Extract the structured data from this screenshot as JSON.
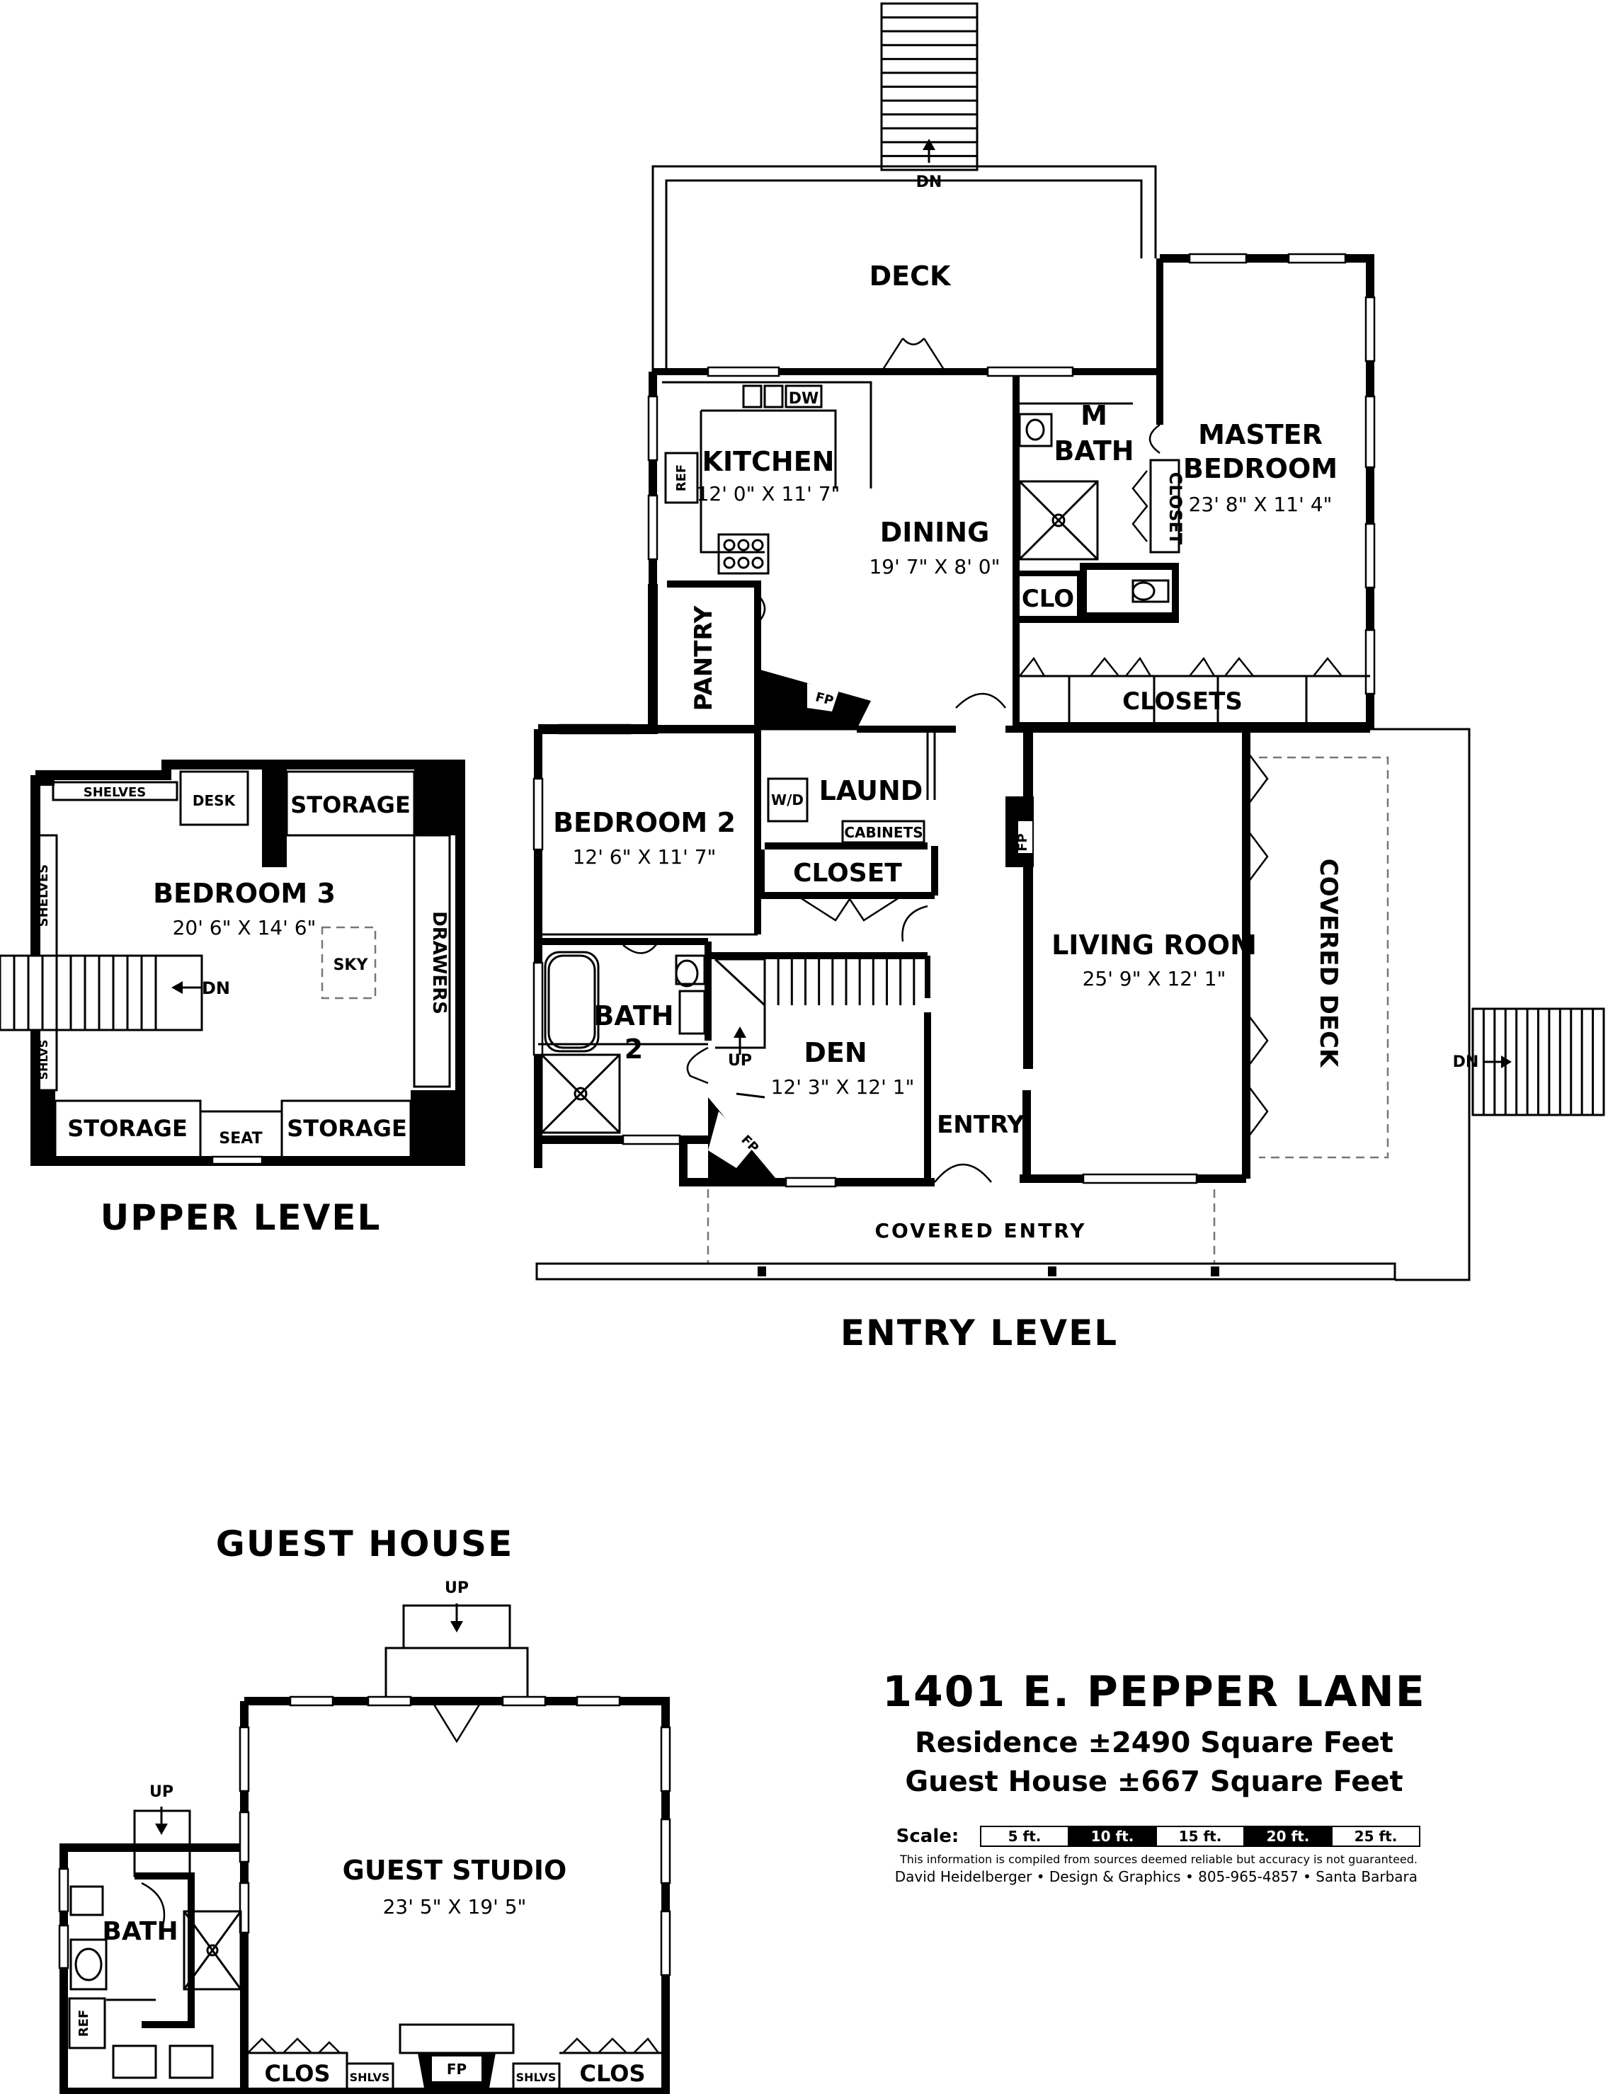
{
  "property": {
    "address": "1401 E. PEPPER LANE",
    "residence": "Residence ±2490 Square Feet",
    "guest": "Guest House ±667 Square Feet"
  },
  "levels": {
    "upper": "UPPER LEVEL",
    "entry": "ENTRY LEVEL",
    "guest": "GUEST HOUSE"
  },
  "entry_level": {
    "deck": "DECK",
    "kitchen": {
      "name": "KITCHEN",
      "dims": "12' 0\" X 11' 7\""
    },
    "dining": {
      "name": "DINING",
      "dims": "19' 7\" X 8' 0\""
    },
    "mbath": {
      "line1": "M",
      "line2": "BATH"
    },
    "master": {
      "line1": "MASTER",
      "line2": "BEDROOM",
      "dims": "23' 8\" X 11' 4\""
    },
    "closet_vertical": "CLOSET",
    "clo": "CLO",
    "closets": "CLOSETS",
    "pantry": "PANTRY",
    "fp": "FP",
    "bedroom2": {
      "name": "BEDROOM 2",
      "dims": "12' 6\" X 11' 7\""
    },
    "laund": "LAUND",
    "wd": "W/D",
    "cabinets": "CABINETS",
    "closet": "CLOSET",
    "living": {
      "name": "LIVING ROOM",
      "dims": "25' 9\" X 12' 1\""
    },
    "covered_deck": "COVERED DECK",
    "bath2": {
      "line1": "BATH",
      "line2": "2"
    },
    "den": {
      "name": "DEN",
      "dims": "12' 3\" X 12' 1\""
    },
    "up": "UP",
    "entry": "ENTRY",
    "covered_entry": "COVERED ENTRY",
    "dn": "DN",
    "dw": "DW",
    "ref": "REF"
  },
  "upper_level": {
    "shelves_top": "SHELVES",
    "desk": "DESK",
    "storage": "STORAGE",
    "shelves_side": "SHELVES",
    "bedroom3": {
      "name": "BEDROOM 3",
      "dims": "20' 6\" X 14' 6\""
    },
    "sky": "SKY",
    "drawers": "DRAWERS",
    "dn": "DN",
    "shlvs": "SHLVS",
    "seat": "SEAT"
  },
  "guest_house": {
    "up": "UP",
    "studio": {
      "name": "GUEST STUDIO",
      "dims": "23' 5\" X 19' 5\""
    },
    "bath": "BATH",
    "ref": "REF",
    "clos": "CLOS",
    "shlvs": "SHLVS",
    "fp": "FP"
  },
  "scale": {
    "label": "Scale:",
    "marks": [
      "5 ft.",
      "10 ft.",
      "15 ft.",
      "20 ft.",
      "25 ft."
    ]
  },
  "credits": {
    "disclaimer": "This information is compiled from sources deemed reliable but accuracy is not guaranteed.",
    "designer": "David Heidelberger • Design & Graphics • 805-965-4857 • Santa Barbara"
  }
}
